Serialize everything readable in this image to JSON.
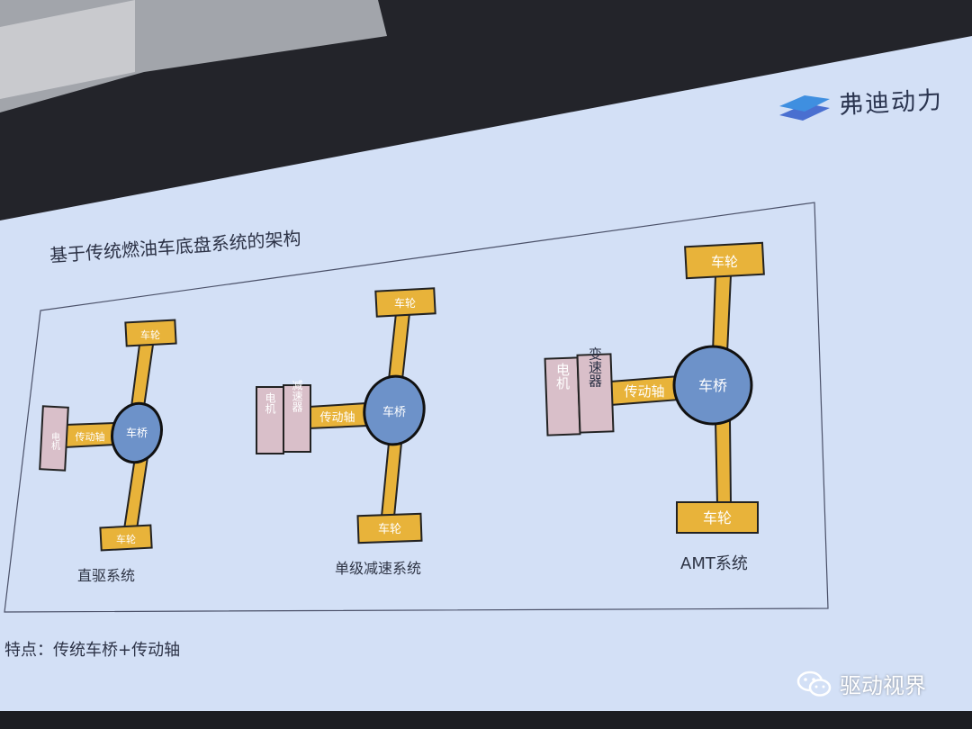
{
  "brand": {
    "name": "弗迪动力",
    "logo_color": "#3f7fd6"
  },
  "slide": {
    "title": "基于传统燃油车底盘系统的架构",
    "footer": "特点：传统车桥+传动轴",
    "diagrams": [
      {
        "caption": "直驱系统",
        "wheel": "车轮",
        "axle": "车桥",
        "shaft": "传动轴",
        "motor": "电机"
      },
      {
        "caption": "单级减速系统",
        "wheel": "车轮",
        "axle": "车桥",
        "shaft": "传动轴",
        "motor": "电机",
        "reducer": "减速器"
      },
      {
        "caption": "AMT系统",
        "wheel": "车轮",
        "axle": "车桥",
        "shaft": "传动轴",
        "motor": "电机",
        "gearbox": "变速器"
      }
    ]
  },
  "watermark": {
    "text": "驱动视界",
    "icon": "wechat-icon"
  },
  "colors": {
    "wheel": "#e8b33a",
    "axle": "#6d92c9",
    "motor": "#d9bfc9",
    "slide_bg": "#d3e0f6"
  }
}
